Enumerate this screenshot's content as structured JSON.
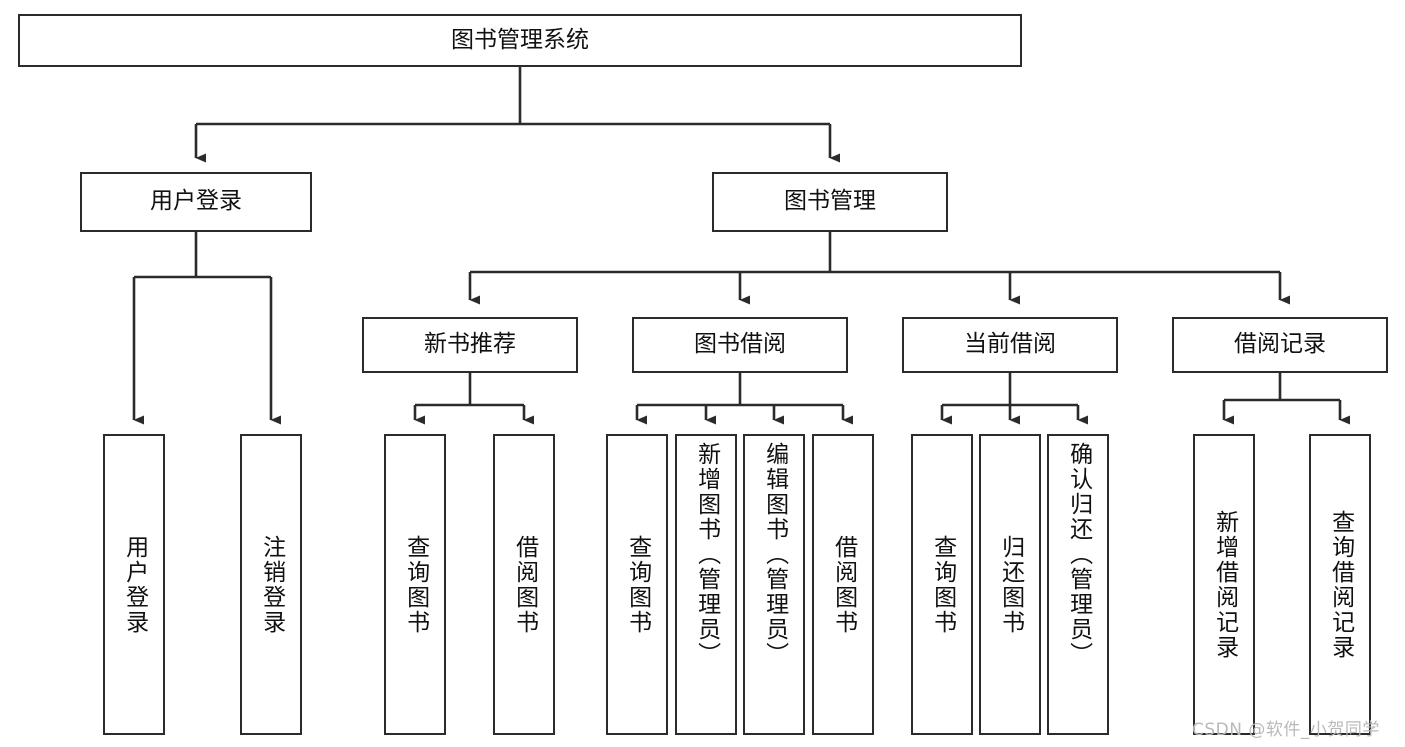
{
  "diagram": {
    "type": "tree-hierarchy-chart",
    "title": "图书管理系统",
    "orientation": "top-down",
    "colors": {
      "box_stroke": "#2b2b2b",
      "box_fill": "#ffffff",
      "connector": "#2b2b2b",
      "text": "#111111",
      "watermark": "#b9b9b9",
      "background": "#ffffff"
    },
    "root": {
      "id": "root",
      "label": "图书管理系统",
      "text_direction": "horizontal"
    },
    "level1": [
      {
        "id": "user-login",
        "label": "用户登录",
        "text_direction": "horizontal"
      },
      {
        "id": "book-manage",
        "label": "图书管理",
        "text_direction": "horizontal"
      }
    ],
    "level2": [
      {
        "id": "new-book-rec",
        "label": "新书推荐",
        "text_direction": "horizontal",
        "parent": "book-manage"
      },
      {
        "id": "book-borrow",
        "label": "图书借阅",
        "text_direction": "horizontal",
        "parent": "book-manage"
      },
      {
        "id": "current-borrow",
        "label": "当前借阅",
        "text_direction": "horizontal",
        "parent": "book-manage"
      },
      {
        "id": "borrow-record",
        "label": "借阅记录",
        "text_direction": "horizontal",
        "parent": "book-manage"
      }
    ],
    "leaves": [
      {
        "id": "leaf-user-login",
        "label": "用户登录",
        "parent": "user-login",
        "text_direction": "vertical"
      },
      {
        "id": "leaf-user-logout",
        "label": "注销登录",
        "parent": "user-login",
        "text_direction": "vertical"
      },
      {
        "id": "leaf-query-book-rec",
        "label": "查询图书",
        "parent": "new-book-rec",
        "text_direction": "vertical"
      },
      {
        "id": "leaf-borrow-book-rec",
        "label": "借阅图书",
        "parent": "new-book-rec",
        "text_direction": "vertical"
      },
      {
        "id": "leaf-query-book-borrow",
        "label": "查询图书",
        "parent": "book-borrow",
        "text_direction": "vertical"
      },
      {
        "id": "leaf-add-book",
        "label": "新增图书（管理员）",
        "parent": "book-borrow",
        "text_direction": "vertical"
      },
      {
        "id": "leaf-edit-book",
        "label": "编辑图书（管理员）",
        "parent": "book-borrow",
        "text_direction": "vertical"
      },
      {
        "id": "leaf-borrow-book",
        "label": "借阅图书",
        "parent": "book-borrow",
        "text_direction": "vertical"
      },
      {
        "id": "leaf-query-book-current",
        "label": "查询图书",
        "parent": "current-borrow",
        "text_direction": "vertical"
      },
      {
        "id": "leaf-return-book",
        "label": "归还图书",
        "parent": "current-borrow",
        "text_direction": "vertical"
      },
      {
        "id": "leaf-confirm-return",
        "label": "确认归还（管理员）",
        "parent": "current-borrow",
        "text_direction": "vertical"
      },
      {
        "id": "leaf-add-record",
        "label": "新增借阅记录",
        "parent": "borrow-record",
        "text_direction": "vertical"
      },
      {
        "id": "leaf-query-record",
        "label": "查询借阅记录",
        "parent": "borrow-record",
        "text_direction": "vertical"
      }
    ]
  },
  "watermark": {
    "text": "CSDN @软件_小贺同学"
  }
}
